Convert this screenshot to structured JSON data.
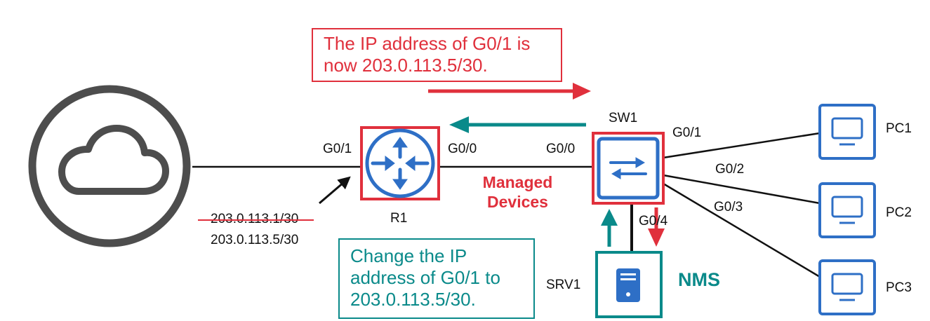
{
  "callouts": {
    "top_line1": "The IP address of G0/1 is",
    "top_line2": "now 203.0.113.5/30.",
    "bottom_line1": "Change the IP",
    "bottom_line2": "address of G0/1 to",
    "bottom_line3": "203.0.113.5/30."
  },
  "devices": {
    "router": "R1",
    "switch": "SW1",
    "server": "SRV1",
    "pc1": "PC1",
    "pc2": "PC2",
    "pc3": "PC3"
  },
  "interfaces": {
    "r1_g01": "G0/1",
    "r1_g00": "G0/0",
    "sw1_g00": "G0/0",
    "sw1_g01": "G0/1",
    "sw1_g02": "G0/2",
    "sw1_g03": "G0/3",
    "sw1_g04": "G0/4"
  },
  "addresses": {
    "old_ip": "203.0.113.1/30",
    "new_ip": "203.0.113.5/30"
  },
  "labels": {
    "managed_line1": "Managed",
    "managed_line2": "Devices",
    "nms": "NMS"
  },
  "colors": {
    "red": "#e0303c",
    "teal": "#0a8a8a",
    "device_blue": "#2e6fc6",
    "cloud_gray": "#4d4d4d"
  },
  "icons": {
    "internet": "cloud-icon",
    "router": "router-icon",
    "switch": "switch-icon",
    "server": "server-icon",
    "pc": "monitor-icon"
  }
}
